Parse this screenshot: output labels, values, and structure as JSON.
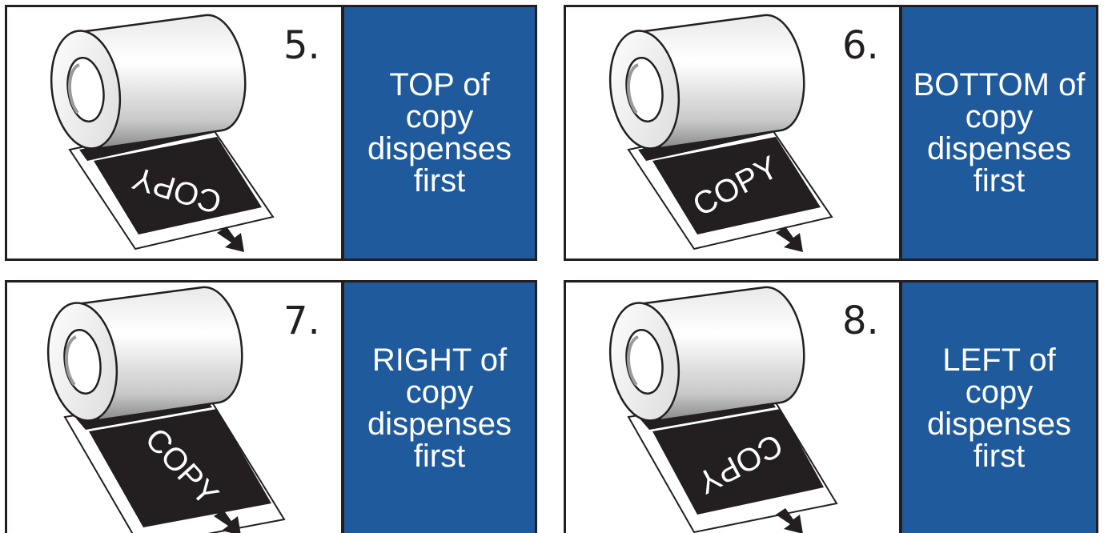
{
  "colors": {
    "label_background": "#1e5a9c",
    "outline": "#231f20",
    "copy_patch": "#231f20",
    "copy_text": "#ffffff"
  },
  "panels": [
    {
      "number": "5.",
      "label": "TOP of\ncopy\ndispenses\nfirst",
      "copy_text": "COPY",
      "copy_rotation_deg": 180,
      "icons": [
        "label-roll-icon",
        "arrow-down-right-icon"
      ]
    },
    {
      "number": "6.",
      "label": "BOTTOM of\ncopy\ndispenses\nfirst",
      "copy_text": "COPY",
      "copy_rotation_deg": -28,
      "icons": [
        "label-roll-icon",
        "arrow-down-right-icon"
      ]
    },
    {
      "number": "7.",
      "label": "RIGHT of\ncopy\ndispenses\nfirst",
      "copy_text": "COPY",
      "copy_rotation_deg": 62,
      "icons": [
        "label-roll-icon",
        "arrow-down-right-icon"
      ]
    },
    {
      "number": "8.",
      "label": "LEFT of\ncopy\ndispenses\nfirst",
      "copy_text": "COPY",
      "copy_rotation_deg": 152,
      "icons": [
        "label-roll-icon",
        "arrow-down-right-icon"
      ]
    }
  ]
}
